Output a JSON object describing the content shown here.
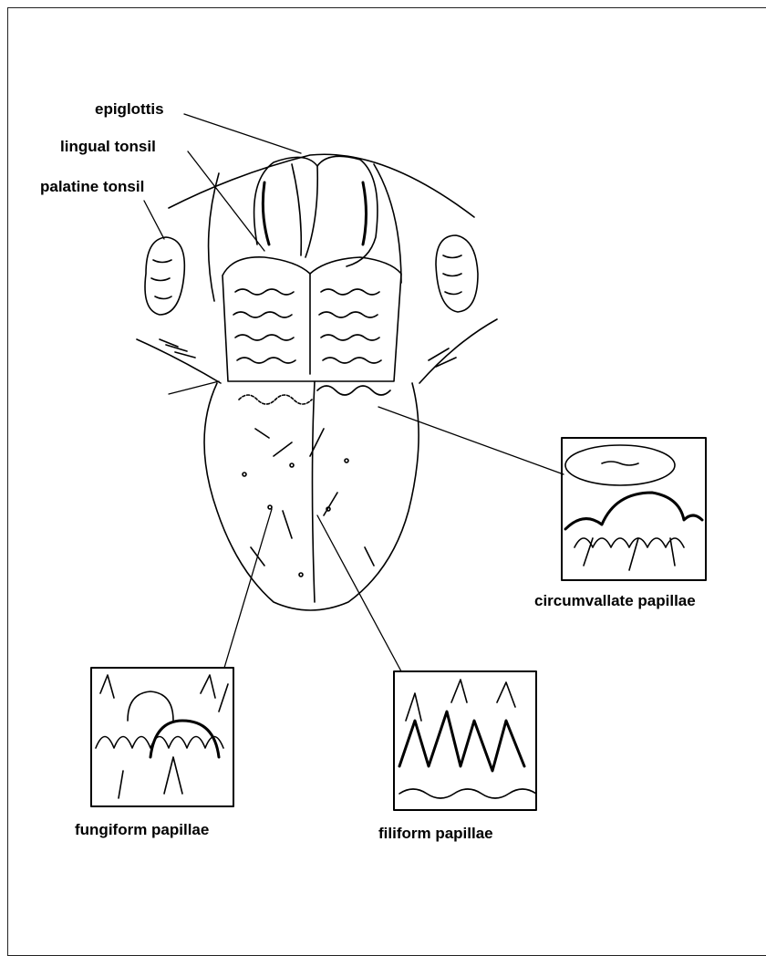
{
  "diagram": {
    "labels": {
      "epiglottis": "epiglottis",
      "lingual_tonsil": "lingual tonsil",
      "palatine_tonsil": "palatine tonsil",
      "circumvallate": "circumvallate papillae",
      "fungiform": "fungiform papillae",
      "filiform": "filiform papillae"
    },
    "colors": {
      "ink": "#000000",
      "background": "#ffffff"
    }
  }
}
